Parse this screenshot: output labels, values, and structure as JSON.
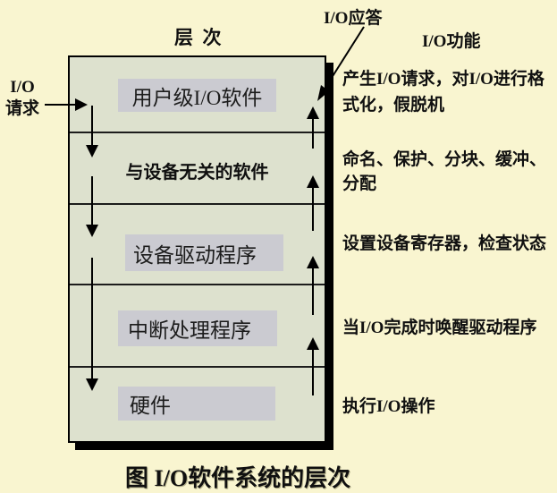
{
  "page": {
    "background_color": "#F9F5D0",
    "caption": "图 I/O软件系统的层次"
  },
  "headers": {
    "layers_column": "层  次",
    "functions_column": "I/O功能"
  },
  "annotations": {
    "io_request_line1": "I/O",
    "io_request_line2": "请求",
    "io_response": "I/O应答"
  },
  "colors": {
    "stack_fill": "#DDE1CE",
    "label_box_fill": "#CBCBD1",
    "shadow": "#000000",
    "line": "#1C1C1C"
  },
  "layers": [
    {
      "label": "用户级I/O软件",
      "function": "产生I/O请求，对I/O进行格式化，假脱机",
      "function_lines": [
        "产生I/O请求，对I/O进行格",
        "式化，假脱机"
      ]
    },
    {
      "label": "与设备无关的软件",
      "function": "命名、保护、分块、缓冲、分配",
      "function_lines": [
        "命名、保护、分块、缓冲、",
        "分配"
      ]
    },
    {
      "label": "设备驱动程序",
      "function": "设置设备寄存器，检查状态",
      "function_lines": [
        "设置设备寄存器，检查状态"
      ]
    },
    {
      "label": "中断处理程序",
      "function": "当I/O完成时唤醒驱动程序",
      "function_lines": [
        "当I/O完成时唤醒驱动程序"
      ]
    },
    {
      "label": "硬件",
      "function": "执行I/O操作",
      "function_lines": [
        "执行I/O操作"
      ]
    }
  ]
}
